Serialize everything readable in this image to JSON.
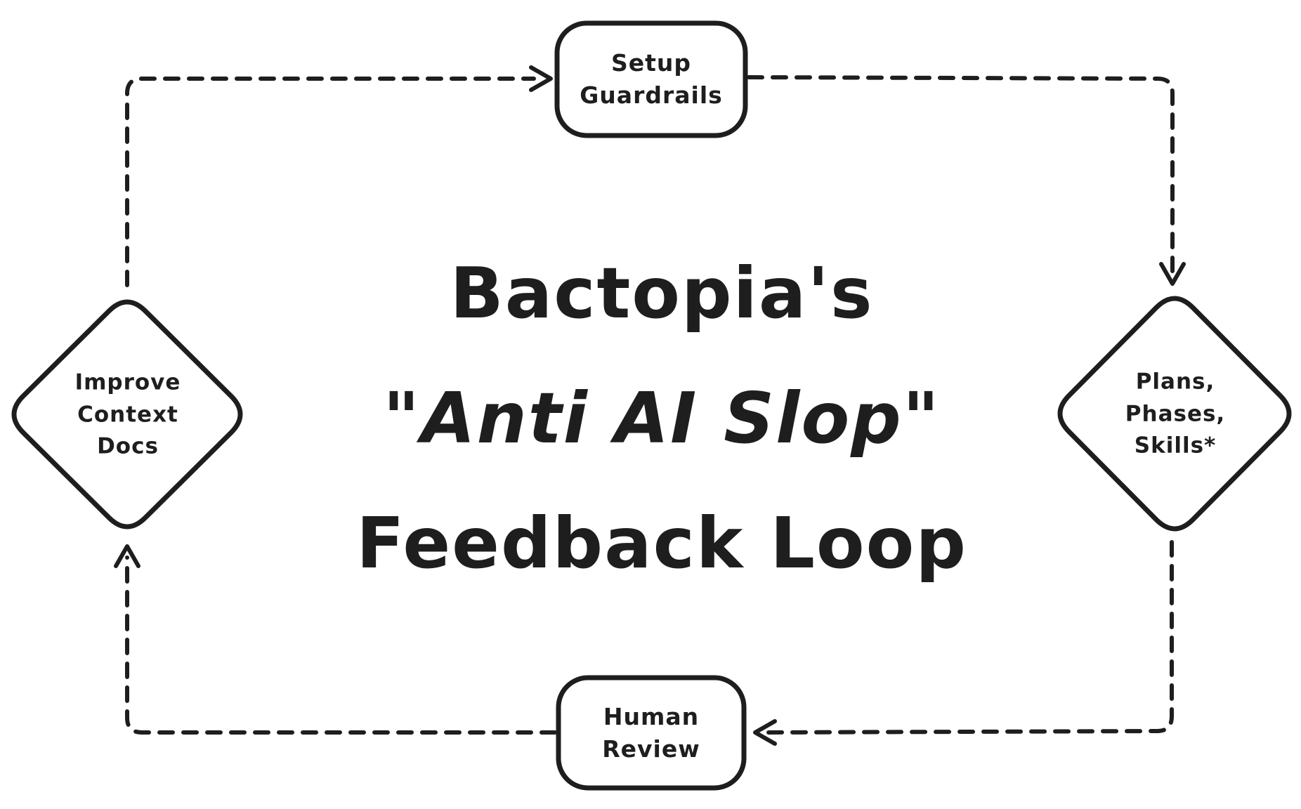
{
  "canvas": {
    "background": "#ffffff",
    "ink": "#1e1e1e"
  },
  "title": {
    "lines": [
      "Bactopia's",
      "\"Anti AI Slop\"",
      "Feedback Loop"
    ]
  },
  "nodes": {
    "setup_guardrails": {
      "shape": "rounded-rectangle",
      "lines": [
        "Setup",
        "Guardrails"
      ]
    },
    "plans_phases_skills": {
      "shape": "diamond",
      "lines": [
        "Plans,",
        "Phases,",
        "Skills*"
      ]
    },
    "human_review": {
      "shape": "rounded-rectangle",
      "lines": [
        "Human",
        "Review"
      ]
    },
    "improve_context_docs": {
      "shape": "diamond",
      "lines": [
        "Improve",
        "Context",
        "Docs"
      ]
    }
  },
  "flow": [
    "improve_context_docs -> setup_guardrails",
    "setup_guardrails -> plans_phases_skills",
    "plans_phases_skills -> human_review",
    "human_review -> improve_context_docs"
  ]
}
